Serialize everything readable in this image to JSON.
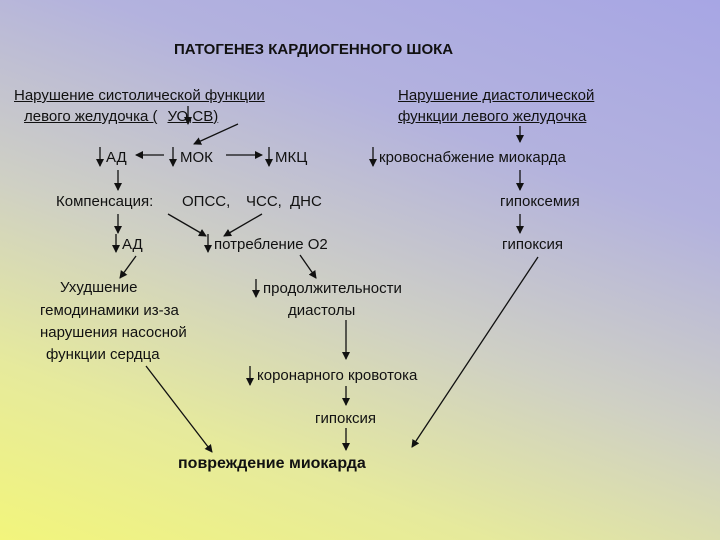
{
  "title": "ПАТОГЕНЕЗ КАРДИОГЕННОГО ШОКА",
  "systolic": {
    "line1": "Нарушение систолической функции",
    "line2_prefix": "левого желудочка (",
    "uo": "УО",
    "comma": ",",
    "sv": "СВ",
    "line2_suffix": ")"
  },
  "diastolic": {
    "line1": "Нарушение диастолической",
    "line2": "функции левого желудочка"
  },
  "row1": {
    "ad": "АД",
    "mok": "МОК",
    "mkc": "МКЦ",
    "blood_supply": "кровоснабжение миокарда"
  },
  "compensation": {
    "label": "Компенсация:",
    "opss": "ОПСС,",
    "chss": "ЧСС,",
    "dns": "ДНС"
  },
  "hypoxemia": "гипоксемия",
  "row3": {
    "ad": "АД",
    "o2": "потребление О2",
    "hypoxia": "гипоксия"
  },
  "hemodynamics": {
    "line1": "Ухудшение",
    "line2": "гемодинамики из-за",
    "line3": "нарушения насосной",
    "line4": "функции сердца"
  },
  "diastole": {
    "line1": "продолжительности",
    "line2": "диастолы"
  },
  "coronary": "коронарного кровотока",
  "hypoxia2": "гипоксия",
  "damage": "повреждение миокарда"
}
